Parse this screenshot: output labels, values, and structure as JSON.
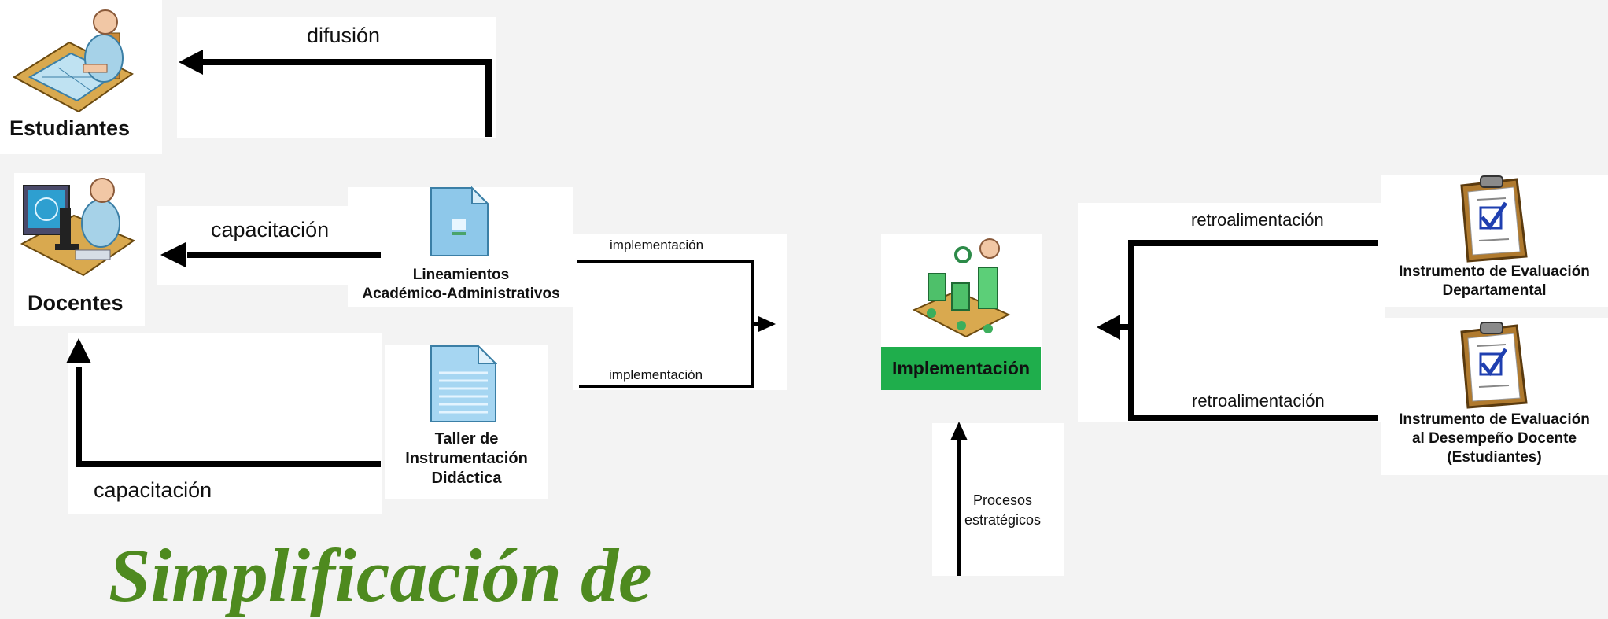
{
  "nodes": {
    "estudiantes": "Estudiantes",
    "docentes": "Docentes",
    "lineamientos": "Lineamientos\nAcadémico-Administrativos",
    "taller": "Taller de\nInstrumentación\nDidáctica",
    "implementacion": "Implementación",
    "instrumento_departamental": "Instrumento de Evaluación\nDepartamental",
    "instrumento_desempeno": "Instrumento de Evaluación\nal Desempeño Docente\n(Estudiantes)"
  },
  "edges": {
    "difusion": "difusión",
    "capacitacion_top": "capacitación",
    "capacitacion_bottom": "capacitación",
    "implementacion_top": "implementación",
    "implementacion_bottom": "implementación",
    "retro_top": "retroalimentación",
    "retro_bottom": "retroalimentación",
    "procesos": "Procesos\nestratégicos"
  },
  "title": "Simplificación de",
  "colors": {
    "accent_green": "#1fae4c",
    "title_green": "#4e8a1f"
  }
}
